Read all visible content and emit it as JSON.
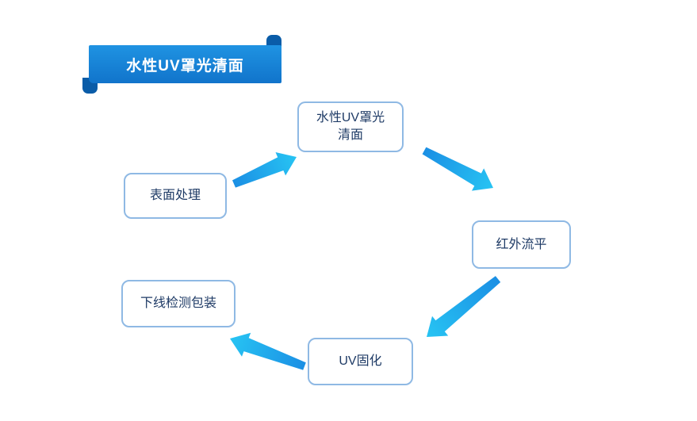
{
  "banner": {
    "title": "水性UV罩光清面"
  },
  "diagram": {
    "nodes": [
      {
        "id": "step-coating",
        "label": "水性UV罩光\n清面"
      },
      {
        "id": "step-surface",
        "label": "表面处理"
      },
      {
        "id": "step-ir",
        "label": "红外流平"
      },
      {
        "id": "step-offline",
        "label": "下线检测包装"
      },
      {
        "id": "step-uv",
        "label": "UV固化"
      }
    ],
    "edges": [
      {
        "from": "表面处理",
        "to": "水性UV罩光清面"
      },
      {
        "from": "水性UV罩光清面",
        "to": "红外流平"
      },
      {
        "from": "红外流平",
        "to": "UV固化"
      },
      {
        "from": "UV固化",
        "to": "下线检测包装"
      }
    ]
  },
  "colors": {
    "banner_blue": "#1583db",
    "banner_fold": "#0a5ca8",
    "box_border": "#8fb9e4",
    "node_text": "#1f3b66",
    "arrow_start": "#1b8fe4",
    "arrow_end": "#27c4f3"
  }
}
